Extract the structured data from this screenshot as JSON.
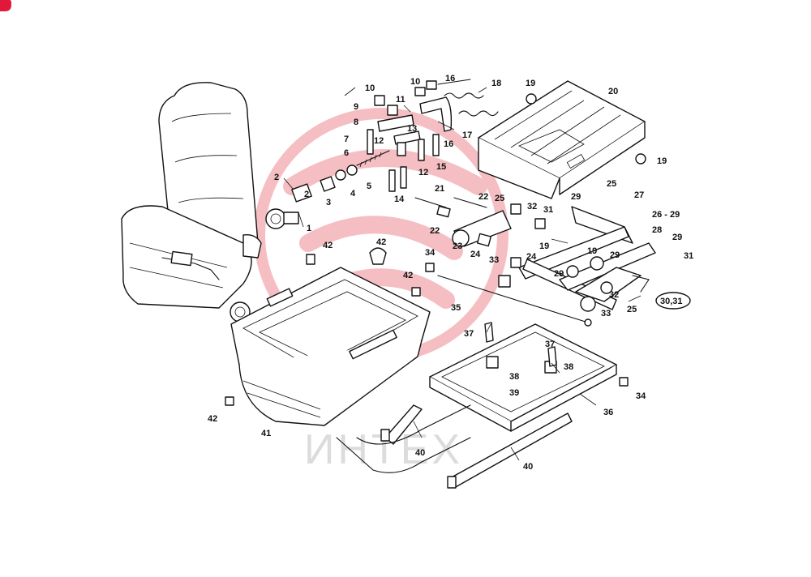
{
  "watermark": {
    "text": "ИНТЕХ",
    "logo_color": "#f2a8ad"
  },
  "corner_marker_color": "#e0193b",
  "callouts": {
    "c1": "1",
    "c2": "2",
    "c2b": "2",
    "c3": "3",
    "c4": "4",
    "c5": "5",
    "c6": "6",
    "c7": "7",
    "c8": "8",
    "c9": "9",
    "c10a": "10",
    "c10b": "10",
    "c11": "11",
    "c12a": "12",
    "c12b": "12",
    "c13": "13",
    "c14": "14",
    "c15": "15",
    "c16a": "16",
    "c16b": "16",
    "c17": "17",
    "c18": "18",
    "c19a": "19",
    "c19b": "19",
    "c19c": "19",
    "c19d": "19",
    "c20": "20",
    "c21": "21",
    "c22a": "22",
    "c22b": "22",
    "c23": "23",
    "c24a": "24",
    "c24b": "24",
    "c25a": "25",
    "c25b": "25",
    "c25c": "25",
    "c26": "26 - 29",
    "c27": "27",
    "c28": "28",
    "c29a": "29",
    "c29b": "29",
    "c29c": "29",
    "c29d": "29",
    "c30": "30,31",
    "c31a": "31",
    "c31b": "31",
    "c32a": "32",
    "c32b": "32",
    "c33a": "33",
    "c33b": "33",
    "c34a": "34",
    "c34b": "34",
    "c35": "35",
    "c36": "36",
    "c37a": "37",
    "c37b": "37",
    "c38a": "38",
    "c38b": "38",
    "c39": "39",
    "c40a": "40",
    "c40b": "40",
    "c41": "41",
    "c42a": "42",
    "c42b": "42",
    "c42c": "42",
    "c42d": "42"
  }
}
